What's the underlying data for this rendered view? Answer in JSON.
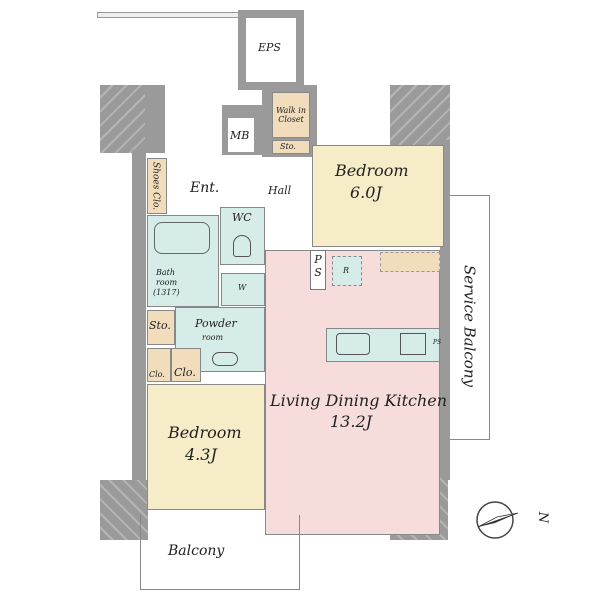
{
  "rooms": {
    "eps": "EPS",
    "mb": "MB",
    "walk_in_closet": "Walk in Closet",
    "sto_top": "Sto.",
    "bedroom1_name": "Bedroom",
    "bedroom1_size": "6.0J",
    "shoes_clo": "Shoes Clo.",
    "ent": "Ent.",
    "hall": "Hall",
    "wc": "WC",
    "ps": "P S",
    "r": "R",
    "bath_line1": "Bath",
    "bath_line2": "room",
    "bath_line3": "(1317)",
    "w": "W",
    "sto_mid": "Sto.",
    "powder_line1": "Powder",
    "powder_line2": "room",
    "clo_small": "Clo.",
    "clo": "Clo.",
    "ldk_name": "Living Dining Kitchen",
    "ldk_size": "13.2J",
    "ps_kitchen": "PS",
    "bedroom2_name": "Bedroom",
    "bedroom2_size": "4.3J",
    "balcony": "Balcony",
    "service_balcony": "Service Balcony"
  },
  "compass": {
    "label": "N"
  },
  "colors": {
    "wall": "#9a9a9a",
    "bedroom": "#f6ecc8",
    "ldk": "#f7dcdc",
    "wet": "#d6ece8",
    "storage": "#f1dcbc"
  }
}
